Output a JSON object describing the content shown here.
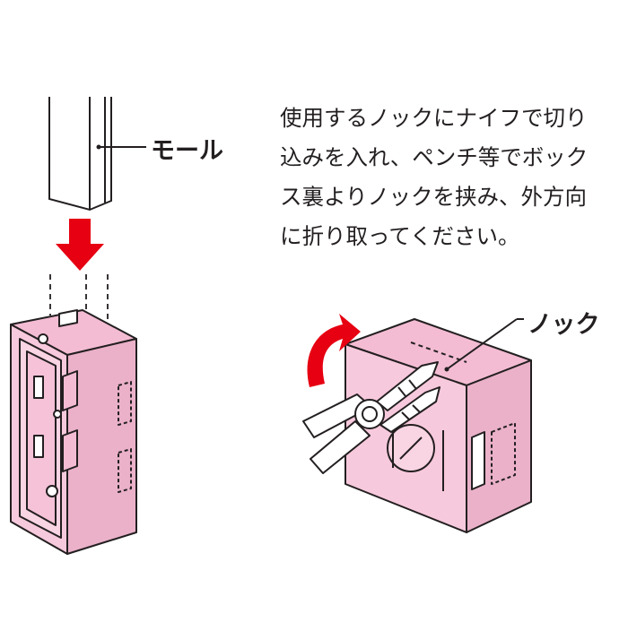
{
  "labels": {
    "mold": "モール",
    "knock": "ノック"
  },
  "instruction": {
    "lines": [
      "使用するノックにナイフで切り",
      "込みを入れ、ペンチ等でボック",
      "ス裏よりノックを挟み、外方向",
      "に折り取ってください。"
    ]
  },
  "colors": {
    "box_pink": "#f7c9dc",
    "box_pink_dark": "#eab1c9",
    "line": "#231f20",
    "arrow_red": "#e60012"
  },
  "icons": {
    "insert_arrow": "arrow-down-icon",
    "rotate_arrow": "curved-arrow-icon"
  }
}
